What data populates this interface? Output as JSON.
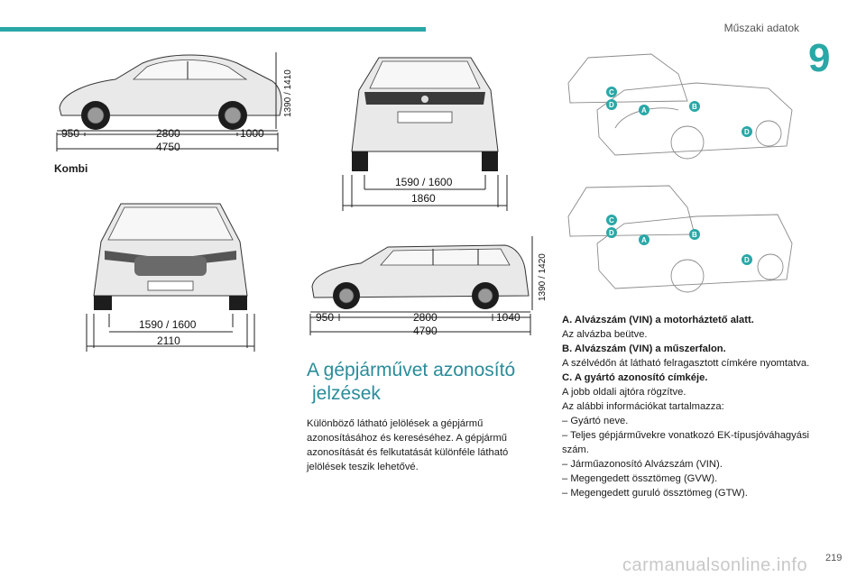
{
  "header": {
    "section_title": "Műszaki adatok",
    "chapter_number": "9",
    "page_number": "219"
  },
  "figures": {
    "sedan_side": {
      "front": "950",
      "wheelbase": "2800",
      "rear": "1000",
      "length": "4750",
      "height": "1390 / 1410"
    },
    "kombi_label": "Kombi",
    "kombi_front": {
      "track": "1590 / 1600",
      "width": "2110"
    },
    "rear_view": {
      "track": "1590 / 1600",
      "width": "1860"
    },
    "kombi_side": {
      "front": "950",
      "wheelbase": "2800",
      "rear": "1040",
      "length": "4790",
      "height": "1390 / 1420"
    },
    "id_markers": [
      "A",
      "B",
      "C",
      "D"
    ],
    "marker_color": "#2aa7a7"
  },
  "content": {
    "heading_line1": "A gépjárművet azonosító",
    "heading_line2": "jelzések",
    "paragraph": "Különböző látható jelölések a gépjármű azonosításához és kereséséhez. A gépjármű azonosítását és felkutatását különféle látható jelölések teszik lehetővé."
  },
  "spec": {
    "a_title": "A. Alvázszám (VIN) a motorháztető alatt.",
    "a_text": "Az alvázba beütve.",
    "b_title": "B. Alvázszám (VIN) a műszerfalon.",
    "b_text": "A szélvédőn át látható felragasztott címkére nyomtatva.",
    "c_title": "C. A gyártó azonosító címkéje.",
    "c_text1": "A jobb oldali ajtóra rögzítve.",
    "c_text2": "Az alábbi információkat tartalmazza:",
    "items": [
      "–  Gyártó neve.",
      "–  Teljes gépjárművekre vonatkozó EK-típusjóváhagyási szám.",
      "–  Járműazonosító Alvázszám (VIN).",
      "–  Megengedett össztömeg (GVW).",
      "–  Megengedett guruló össztömeg (GTW)."
    ]
  },
  "footer": {
    "watermark": "carmanualsonline.info"
  }
}
